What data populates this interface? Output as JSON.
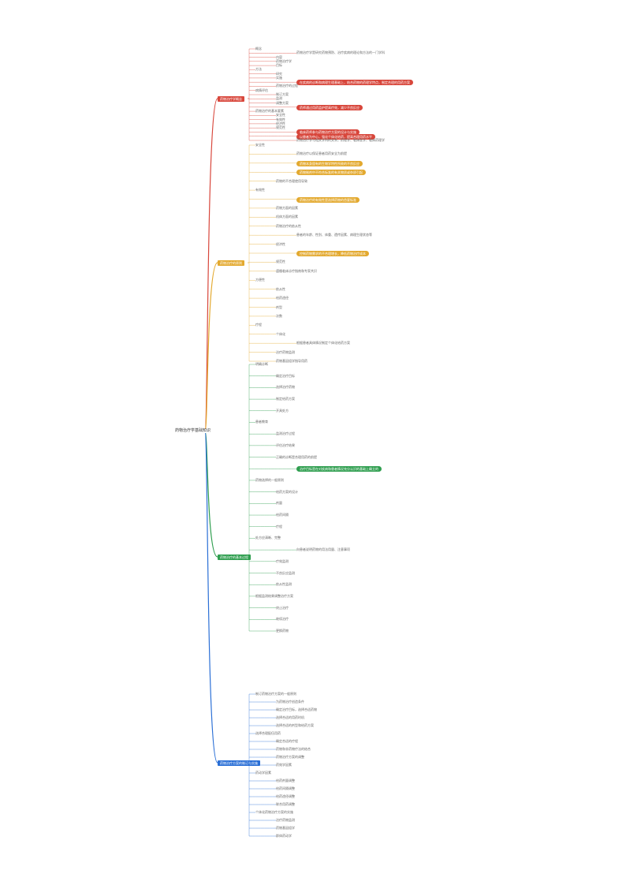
{
  "colors": {
    "red": "#d8463b",
    "yellow": "#e3a92f",
    "green": "#2f9e4f",
    "blue": "#2a6fd6"
  },
  "mindmap": {
    "root": "药物治疗学基础知识",
    "branches": [
      {
        "label": "药物治疗学概念",
        "color": "red",
        "nodes": [
          "概念",
          "药物治疗学是研究药物预防、治疗疾病的理论和方法的一门学科",
          "内容",
          "药物治疗学",
          "目标",
          "方法",
          "研究",
          "实施",
          "在疾病的诊断和病理生理基础上，结合药物的药理学特点，制定合理的用药方案",
          "药物治疗的过程",
          "病情评估",
          "制订方案",
          "监测",
          "调整方案",
          "药师通过用药监护提高疗效，减少不良反应",
          "药物治疗的基本要素",
          "安全性",
          "有效性",
          "经济性",
          "规范性",
          "临床药师参与药物治疗方案的设计与实施",
          "以患者为中心，强化个体化给药，提高合理用药水平",
          "药物治疗学与相关学科的关系，药理学、临床医学、临床药理学"
        ]
      },
      {
        "label": "药物治疗的原则",
        "color": "yellow",
        "nodes": [
          "安全性",
          "药物治疗以保证患者用药安全为前提",
          "药物本身固有的生物学特性所致的不良反应",
          "药物制剂中不符合标准的有关物质或杂质引起",
          "药物的不合理使用导致",
          "有效性",
          "药物治疗的有效性是选择药物的首要标准",
          "药物方面的因素",
          "机体方面的因素",
          "药物治疗的依从性",
          "患者的年龄、性别、体重、遗传因素、病理生理状态等",
          "经济性",
          "控制药物需求的不合理增长，降低药物治疗成本",
          "规范性",
          "遵循临床诊疗指南和专家共识",
          "方便性",
          "依从性",
          "给药途径",
          "剂型",
          "次数",
          "疗程",
          "个体化",
          "根据患者具体情况制定个体化给药方案",
          "治疗药物监测",
          "药物基因组学指导用药"
        ]
      },
      {
        "label": "药物治疗的基本过程",
        "color": "green",
        "nodes": [
          "明确诊断",
          "确定治疗目标",
          "选择治疗药物",
          "制定给药方案",
          "开具处方",
          "患者教育",
          "监测治疗过程",
          "评估治疗结果",
          "正确的诊断是合理用药的前提",
          "治疗目标是在对疾病和患者情况充分认识的基础上确立的",
          "药物选择的一般原则",
          "给药方案的设计",
          "剂量",
          "给药间隔",
          "疗程",
          "处方应清晰、完整",
          "向患者说明药物的用法用量、注意事项",
          "疗效监测",
          "不良反应监测",
          "依从性监测",
          "根据监测结果调整治疗方案",
          "终止治疗",
          "继续治疗",
          "更换药物"
        ]
      },
      {
        "label": "药物治疗方案的制订与实施",
        "color": "blue",
        "nodes": [
          "制订药物治疗方案的一般原则",
          "为药物治疗创造条件",
          "确定治疗目标，选择合适药物",
          "选择合适的用药时机",
          "选择合适的剂型和给药方案",
          "选择合理配伍用药",
          "确定合适的疗程",
          "药物和非药物疗法的结合",
          "药物治疗方案的调整",
          "药效学因素",
          "药动学因素",
          "给药剂量调整",
          "给药间隔调整",
          "给药途径调整",
          "联合用药调整",
          "个体化药物治疗方案的实施",
          "治疗药物监测",
          "药物基因组学",
          "群体药动学"
        ]
      }
    ]
  }
}
